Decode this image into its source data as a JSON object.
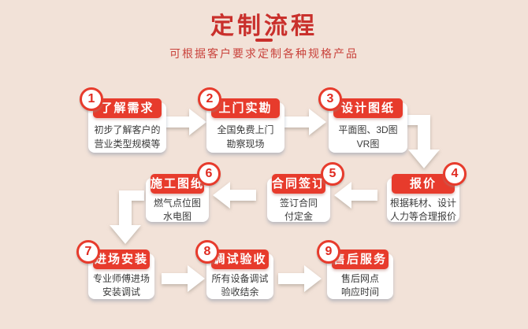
{
  "header": {
    "title": "定制流程",
    "subtitle": "可根据客户要求定制各种规格产品"
  },
  "colors": {
    "background": "#f2e2d8",
    "accent_red": "#e73b2c",
    "title_red": "#c9302c",
    "card_white": "#ffffff",
    "desc_text": "#3a3a3a"
  },
  "icons": {
    "flow_arrow_right": "white block arrow pointing right",
    "flow_arrow_left": "white block arrow pointing left",
    "flow_elbow_down_right": "white elbow connector turning down on right side",
    "flow_elbow_down_left": "white elbow connector turning down on left side"
  },
  "steps": [
    {
      "num": "1",
      "title": "了解需求",
      "desc_lines": [
        "初步了解客户的",
        "营业类型规模等"
      ]
    },
    {
      "num": "2",
      "title": "上门实勘",
      "desc_lines": [
        "全国免费上门",
        "勘察现场"
      ]
    },
    {
      "num": "3",
      "title": "设计图纸",
      "desc_lines": [
        "平面图、3D图",
        "VR图"
      ]
    },
    {
      "num": "4",
      "title": "报价",
      "desc_lines": [
        "根据耗材、设计",
        "人力等合理报价"
      ]
    },
    {
      "num": "5",
      "title": "合同签订",
      "desc_lines": [
        "签订合同",
        "付定金"
      ]
    },
    {
      "num": "6",
      "title": "施工图纸",
      "desc_lines": [
        "燃气点位图",
        "水电图"
      ]
    },
    {
      "num": "7",
      "title": "进场安装",
      "desc_lines": [
        "专业师傅进场",
        "安装调试"
      ]
    },
    {
      "num": "8",
      "title": "调试验收",
      "desc_lines": [
        "所有设备调试",
        "验收结余"
      ]
    },
    {
      "num": "9",
      "title": "售后服务",
      "desc_lines": [
        "售后网点",
        "响应时间"
      ]
    }
  ]
}
